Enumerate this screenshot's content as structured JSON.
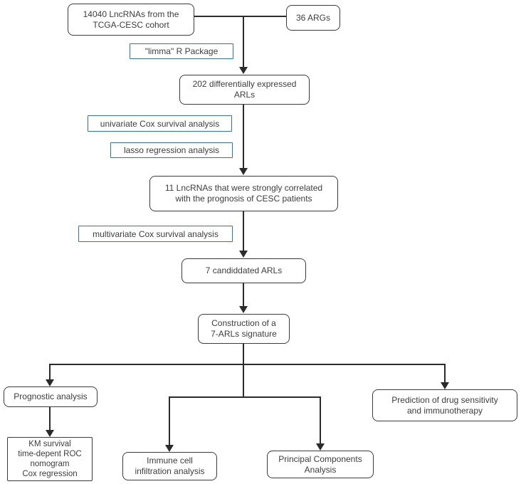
{
  "flowchart": {
    "process_nodes": {
      "tcga": {
        "lines": [
          "14040 LncRNAs from the",
          "TCGA-CESC cohort"
        ]
      },
      "args": {
        "lines": [
          "36 ARGs"
        ]
      },
      "de_arls": {
        "lines": [
          "202 differentially expressed",
          "ARLs"
        ]
      },
      "lncrnas_11": {
        "lines": [
          "11 LncRNAs that were strongly correlated",
          "with the prognosis of CESC patients"
        ]
      },
      "candidate_7": {
        "lines": [
          "7 candiddated ARLs"
        ]
      },
      "construction": {
        "lines": [
          "Construction of a",
          "7-ARLs signature"
        ]
      },
      "prognostic": {
        "lines": [
          "Prognostic analysis"
        ]
      },
      "km": {
        "lines": [
          "KM survival",
          "time-depent ROC",
          "nomogram",
          "Cox regression"
        ]
      },
      "immune": {
        "lines": [
          "Immune cell",
          "infiltration analysis"
        ]
      },
      "pca": {
        "lines": [
          "Principal Components",
          "Analysis"
        ]
      },
      "drug": {
        "lines": [
          "Prediction of drug sensitivity",
          "and immunotherapy"
        ]
      }
    },
    "method_nodes": {
      "limma": {
        "label": "\"limma\" R Package"
      },
      "univariate": {
        "label": "univariate Cox survival analysis"
      },
      "lasso": {
        "label": "lasso regression analysis"
      },
      "multivariate": {
        "label": "multivariate Cox survival analysis"
      }
    },
    "colors": {
      "process_border": "#3A3A3A",
      "method_border": "#2E74B5",
      "connector": "#2B2B2B",
      "text": "#3D3D3D",
      "background": "#FFFFFF"
    }
  }
}
